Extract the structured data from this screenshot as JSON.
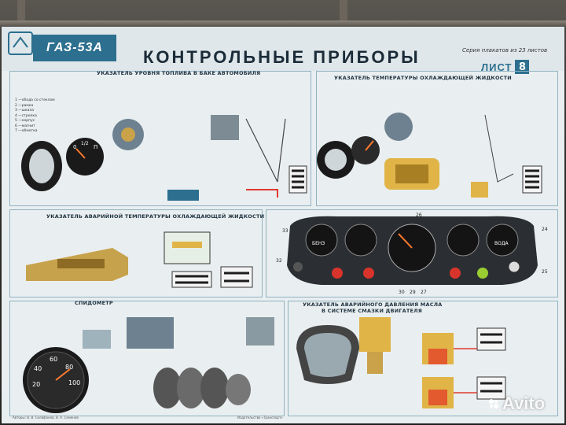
{
  "poster": {
    "model": "ГАЗ-53А",
    "title": "КОНТРОЛЬНЫЕ ПРИБОРЫ",
    "series": "Серия плакатов из 23 листов",
    "sheet_label": "ЛИСТ",
    "sheet_number": "8"
  },
  "sections": {
    "fuel": "УКАЗАТЕЛЬ УРОВНЯ ТОПЛИВА В БАКЕ АВТОМОБИЛЯ",
    "coolant": "УКАЗАТЕЛЬ ТЕМПЕРАТУРЫ ОХЛАЖДАЮЩЕЙ ЖИДКОСТИ",
    "emergency_temp": "УКАЗАТЕЛЬ АВАРИЙНОЙ ТЕМПЕРАТУРЫ ОХЛАЖДАЮЩЕЙ ЖИДКОСТИ",
    "speedometer": "СПИДОМЕТР",
    "oil_pressure_line1": "УКАЗАТЕЛЬ АВАРИЙНОГО ДАВЛЕНИЯ МАСЛА",
    "oil_pressure_line2": "В СИСТЕМЕ СМАЗКИ ДВИГАТЕЛЯ"
  },
  "fuel_legend": [
    "1 —обода со стеклом",
    "2 —рамка",
    "3 —шкала",
    "4 —стрелка",
    "5 —корпус",
    "6 —магнит",
    "7 —обмотка"
  ],
  "dashboard_callouts": [
    "33",
    "26",
    "32",
    "30",
    "29",
    "27",
    "25",
    "24"
  ],
  "gauge_labels": [
    "БЕНЗ",
    "ВОДА"
  ],
  "fuel_gauge_marks": [
    "0",
    "1/2",
    "П"
  ],
  "speedo_marks": [
    "20",
    "40",
    "60",
    "80",
    "100"
  ],
  "footer_left": "Авторы: В. В. Селифонов, В. А. Семенов",
  "footer_center": "Издательство «Транспорт»",
  "watermark": "Avito"
}
